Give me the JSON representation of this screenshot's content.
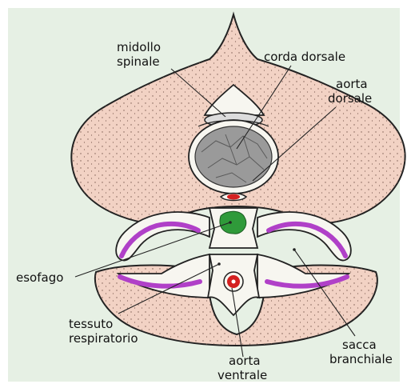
{
  "diagram": {
    "labels": {
      "midollo_line1": "midollo",
      "midollo_line2": "spinale",
      "corda_dorsale": "corda dorsale",
      "aorta_dorsale_line1": "aorta",
      "aorta_dorsale_line2": "dorsale",
      "esofago": "esofago",
      "tessuto_line1": "tessuto",
      "tessuto_line2": "respiratorio",
      "aorta_ventrale_line1": "aorta",
      "aorta_ventrale_line2": "ventrale",
      "sacca_line1": "sacca",
      "sacca_line2": "branchiale"
    },
    "colors": {
      "background": "#e6f0e4",
      "body_tissue": "#f2d2c4",
      "outline": "#222222",
      "cavity": "#f7f6f0",
      "notochord": "#9a9a9a",
      "respiratory_tissue": "#b040c8",
      "esophagus": "#2f9a3a",
      "blood": "#d42020"
    }
  }
}
